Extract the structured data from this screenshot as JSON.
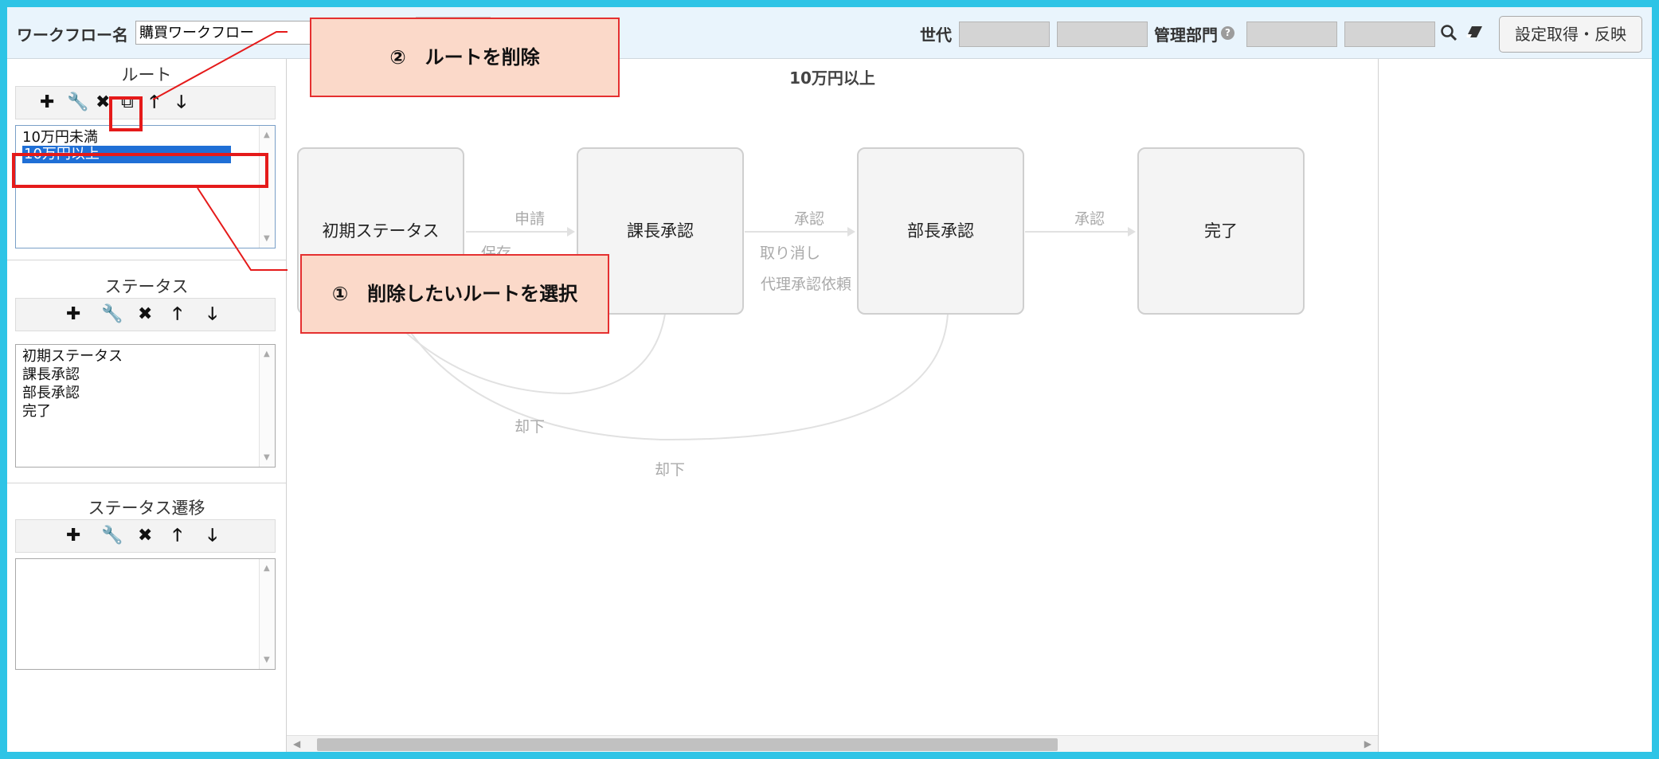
{
  "topbar": {
    "workflow_label": "ワークフロー名",
    "workflow_value": "購買ワークフロー",
    "generation_label": "世代",
    "dept_label": "管理部門",
    "get_apply_button": "設定取得・反映"
  },
  "route": {
    "title": "ルート",
    "items": [
      "10万円未満",
      "10万円以上"
    ],
    "selected_index": 1
  },
  "status": {
    "title": "ステータス",
    "items": [
      "初期ステータス",
      "課長承認",
      "部長承認",
      "完了"
    ]
  },
  "transition": {
    "title": "ステータス遷移"
  },
  "toolbar_icons": [
    "plus-icon",
    "wrench-icon",
    "close-icon",
    "copy-icon",
    "arrow-up-icon",
    "arrow-down-icon"
  ],
  "diagram": {
    "title": "10万円以上",
    "nodes": [
      "初期ステータス",
      "課長承認",
      "部長承認",
      "完了"
    ],
    "edges": {
      "apply": "申請",
      "save": "保存",
      "approve1": "承認",
      "cancel": "取り消し",
      "proxy": "代理承認依頼",
      "approve2": "承認",
      "reject1": "却下",
      "reject2": "却下"
    }
  },
  "annotations": {
    "callout1": "①　削除したいルートを選択",
    "callout2": "②　ルートを削除"
  },
  "colors": {
    "frame": "#2ec4e6",
    "header_bg": "#e9f4fc",
    "highlight": "#e51a1a",
    "callout_bg": "#fbd9c9",
    "selection": "#1f6fd6"
  }
}
